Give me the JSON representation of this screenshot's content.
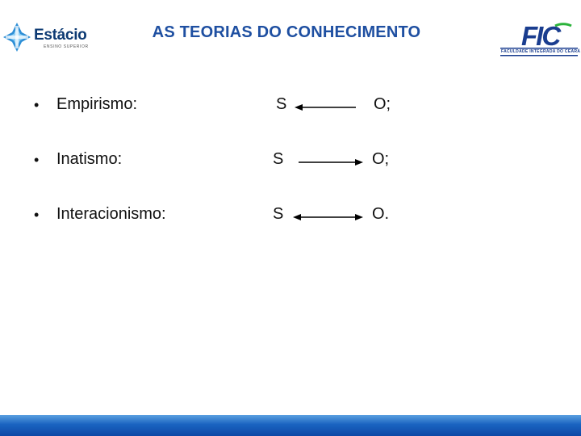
{
  "header": {
    "title": "AS TEORIAS DO CONHECIMENTO",
    "logo_left": {
      "name": "Estácio",
      "tagline": "ENSINO SUPERIOR",
      "icon": "cross-compass-icon",
      "color": "#0d3a73"
    },
    "logo_right": {
      "name": "FIC",
      "tagline": "FACULDADE INTEGRADA DO CEARÁ",
      "color": "#1a3d8f",
      "accent": "#2bb33a"
    },
    "title_color": "#1e4fa1"
  },
  "theories": [
    {
      "bullet": "•",
      "term": "Empirismo:",
      "subject": "S",
      "object": "O;",
      "arrow": "left"
    },
    {
      "bullet": "•",
      "term": "Inatismo:",
      "subject": "S",
      "object": "O;",
      "arrow": "right"
    },
    {
      "bullet": "•",
      "term": "Interacionismo:",
      "subject": "S",
      "object": "O.",
      "arrow": "both"
    }
  ],
  "footer": {
    "color": "#1a63c0"
  }
}
